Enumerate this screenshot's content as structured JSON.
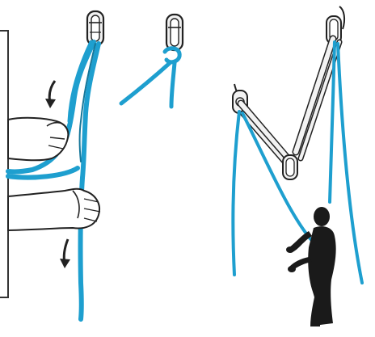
{
  "illustration": {
    "panels": [
      {
        "name": "feeding-rope-through-carabiner"
      },
      {
        "name": "rope-knot-on-carabiner"
      },
      {
        "name": "pulley-haul-system-with-climber"
      }
    ],
    "colors": {
      "rope": "#1e9fcf",
      "rope_dark": "#16779a",
      "line": "#222222",
      "metal_fill": "#f2f2f2",
      "skin_fill": "#ffffff",
      "silhouette": "#1a1a1a",
      "panel_border": "#333333"
    },
    "icons": [
      "arrow-down-icon",
      "arrow-down-icon"
    ]
  }
}
